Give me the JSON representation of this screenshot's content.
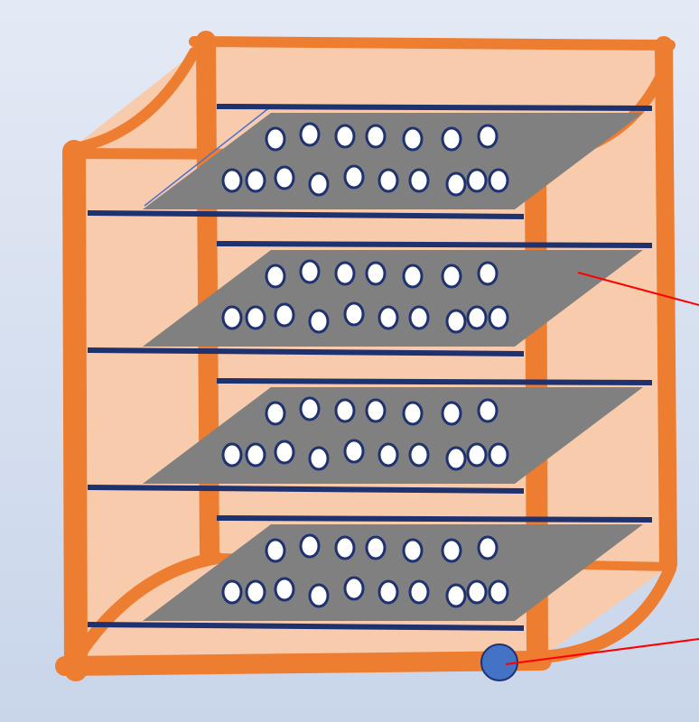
{
  "colors": {
    "background_top": "#e4eaf5",
    "background_bottom": "#c9d5ea",
    "frame": "#ed7d31",
    "frame_fill": "#f9cbad",
    "rod": "#1f3270",
    "tray": "#808080",
    "egg_fill": "#ffffff",
    "egg_outline": "#1f3270",
    "wheel": "#4472c4",
    "leader_line": "#ff0000",
    "accent_line": "#4a6fd1"
  },
  "diagram": {
    "shelf_count": 4,
    "eggs_back_row": 7,
    "eggs_front_row": 10,
    "components": [
      "frame",
      "shelf-rods",
      "egg-trays",
      "wheel",
      "leader-lines"
    ]
  }
}
